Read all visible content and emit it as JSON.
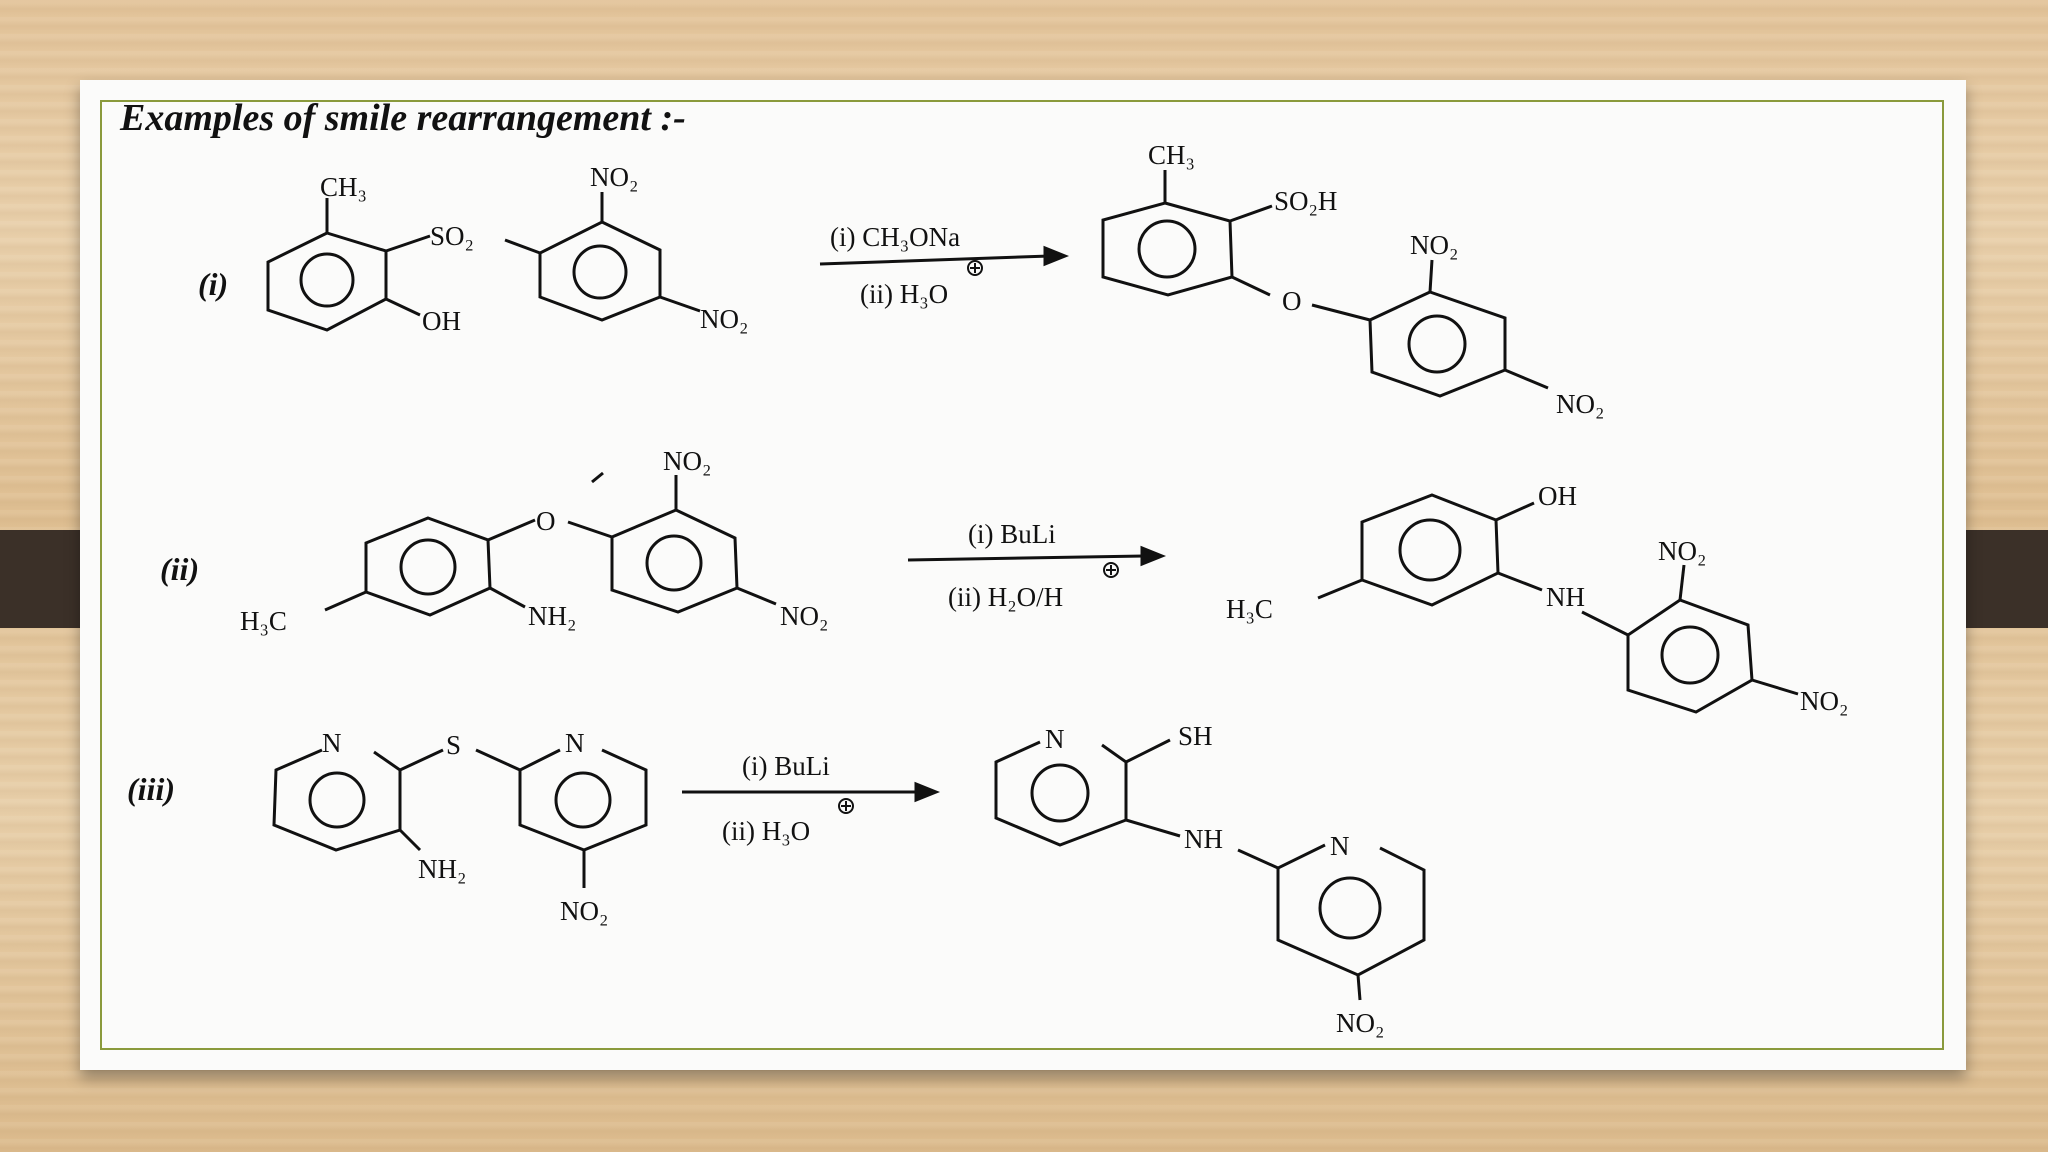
{
  "title": "Examples of smile rearrangement :-",
  "reactions": [
    {
      "label": "(i)",
      "reagent_top": "(i) CH₃ONa",
      "reagent_bottom": "(ii) H₃O",
      "reactant_groups": [
        "CH₃",
        "SO₂",
        "OH",
        "NO₂",
        "NO₂"
      ],
      "product_groups": [
        "CH₃",
        "SO₂H",
        "O",
        "NO₂",
        "NO₂"
      ]
    },
    {
      "label": "(ii)",
      "reagent_top": "(i) BuLi",
      "reagent_bottom": "(ii) H₂O/H",
      "reactant_groups": [
        "O",
        "NO₂",
        "H₃C",
        "NH₂",
        "NO₂"
      ],
      "product_groups": [
        "OH",
        "NO₂",
        "H₃C",
        "NH",
        "NO₂"
      ]
    },
    {
      "label": "(iii)",
      "reagent_top": "(i) BuLi",
      "reagent_bottom": "(ii) H₃O",
      "reactant_groups": [
        "N",
        "S",
        "N",
        "NH₂",
        "NO₂"
      ],
      "product_groups": [
        "N",
        "SH",
        "NH",
        "N",
        "NO₂"
      ]
    }
  ]
}
